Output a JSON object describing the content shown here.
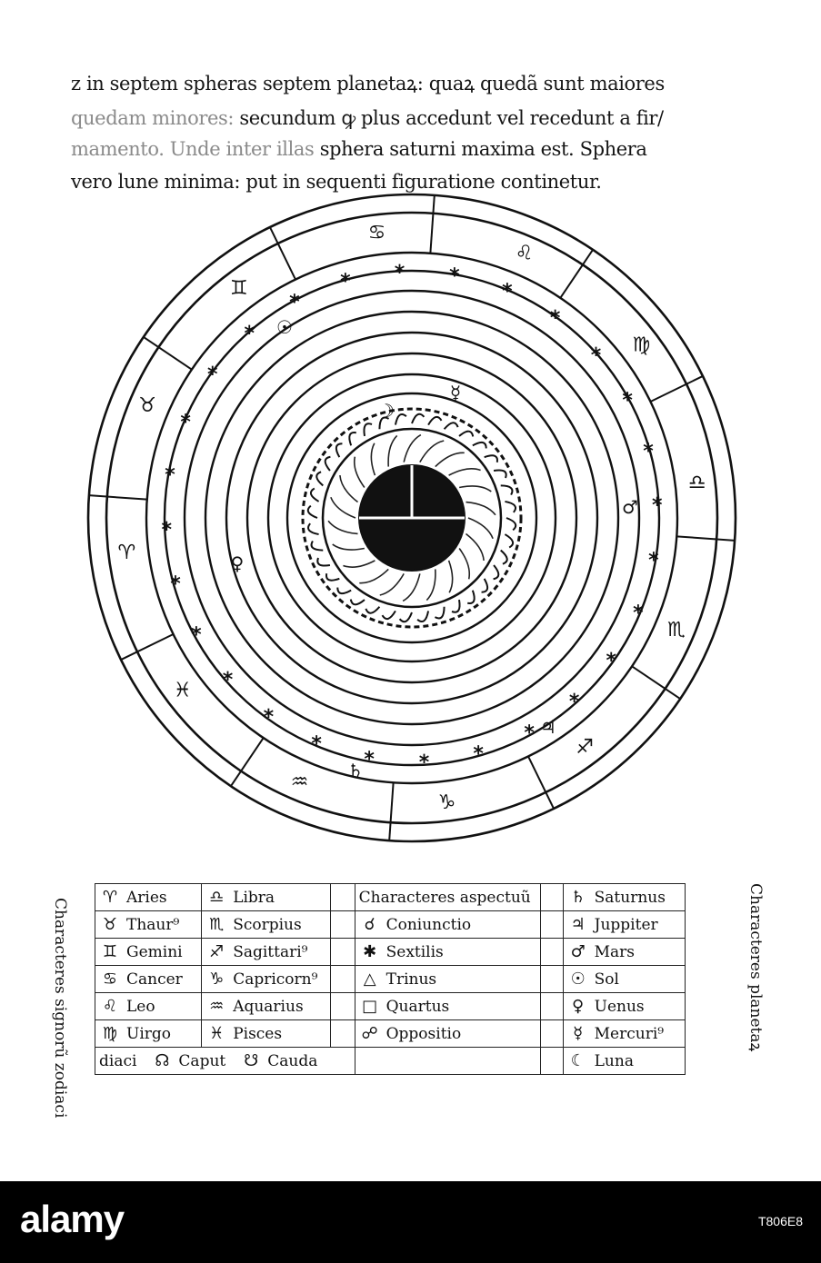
{
  "text": {
    "line1": "z in septem spheras septem planetaꝝ: quaꝝ quedã sunt maiores",
    "line2_faded": "quedam minores: ",
    "line2": "secundum ꝙ plus accedunt vel recedunt a fir/",
    "line3_faded": "mamento. Unde inter illas ",
    "line3": "sphera saturni maxima est. Sphera",
    "line4": "vero lune minima: put in sequenti figuratione continetur."
  },
  "diagram": {
    "zodiac_ring": [
      "♋",
      "♊",
      "♉",
      "♈",
      "♓",
      "♒",
      "♑",
      "♐",
      "♏",
      "♎",
      "♍",
      "♌"
    ],
    "planet_marks": [
      "☉",
      "☽",
      "☿",
      "♂",
      "♀",
      "♄",
      "♃"
    ],
    "star_glyph": "*"
  },
  "legend": {
    "left_side_label": "Characteres signorũ zodiaci",
    "right_side_label": "Characteres planetaꝝ",
    "signs_col1": [
      {
        "sym": "♈",
        "name": "Aries"
      },
      {
        "sym": "♉",
        "name": "Thaur⁹"
      },
      {
        "sym": "♊",
        "name": "Gemini"
      },
      {
        "sym": "♋",
        "name": "Cancer"
      },
      {
        "sym": "♌",
        "name": "Leo"
      },
      {
        "sym": "♍",
        "name": "Uirgo"
      }
    ],
    "signs_col2": [
      {
        "sym": "♎",
        "name": "Libra"
      },
      {
        "sym": "♏",
        "name": "Scorpius"
      },
      {
        "sym": "♐",
        "name": "Sagittari⁹"
      },
      {
        "sym": "♑",
        "name": "Capricorn⁹"
      },
      {
        "sym": "♒",
        "name": "Aquarius"
      },
      {
        "sym": "♓",
        "name": "Pisces"
      }
    ],
    "bottom_row": {
      "diaci": "diaci",
      "caput_sym": "☊",
      "caput": "Caput",
      "cauda_sym": "☋",
      "cauda": "Cauda"
    },
    "aspects_header": "Characteres aspectuũ",
    "aspects": [
      {
        "sym": "☌",
        "name": "Coniunctio"
      },
      {
        "sym": "✱",
        "name": "Sextilis"
      },
      {
        "sym": "△",
        "name": "Trinus"
      },
      {
        "sym": "□",
        "name": "Quartus"
      },
      {
        "sym": "☍",
        "name": "Oppositio"
      }
    ],
    "planets": [
      {
        "sym": "♄",
        "name": "Saturnus"
      },
      {
        "sym": "♃",
        "name": "Juppiter"
      },
      {
        "sym": "♂",
        "name": "Mars"
      },
      {
        "sym": "☉",
        "name": "Sol"
      },
      {
        "sym": "♀",
        "name": "Uenus"
      },
      {
        "sym": "☿",
        "name": "Mercuri⁹"
      },
      {
        "sym": "☾",
        "name": "Luna"
      }
    ]
  },
  "footer": {
    "logo": "alamy",
    "image_id": "T806E8"
  }
}
